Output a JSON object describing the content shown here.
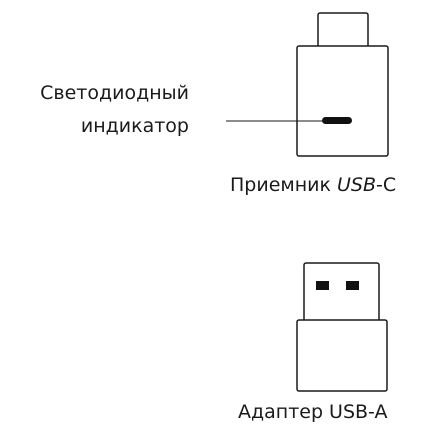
{
  "led_label": {
    "line1": "Светодиодный",
    "line2": "индикатор"
  },
  "receiver_caption": {
    "prefix": "Приемник ",
    "usb": "USB",
    "suffix": "-C"
  },
  "adapter_caption": "Адаптер USB-A",
  "colors": {
    "stroke": "#1a1a1a",
    "background": "#ffffff",
    "led": "#111111"
  }
}
